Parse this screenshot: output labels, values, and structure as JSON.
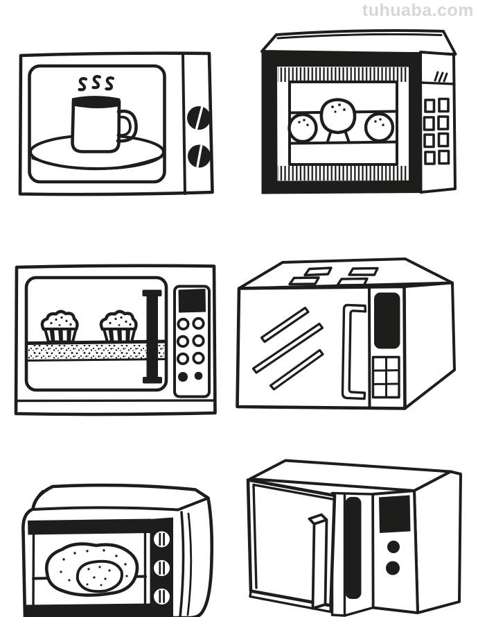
{
  "watermark": {
    "text": "tuhuaba.com"
  },
  "palette": {
    "ink": "#1d1d1b",
    "paper": "#ffffff",
    "watermark": "#d7d7d5"
  },
  "drawings": [
    {
      "name": "microwave-steaming-mug",
      "label": "microwave front view with steaming mug on a turntable plate and two dial knobs"
    },
    {
      "name": "oven-three-buns",
      "label": "black-framed oven with three buns on a rack and a panel of eight square buttons"
    },
    {
      "name": "microwave-two-muffins",
      "label": "microwave front view with two muffins on a speckled tray, bar door handle, display and round buttons"
    },
    {
      "name": "microwave-top-vents",
      "label": "microwave in perspective with four top vents, door shine lines, bracket handle, display and keypad grid"
    },
    {
      "name": "toaster-oven-roast",
      "label": "toaster oven with a speckled roast on a rotisserie spit and three slotted knobs"
    },
    {
      "name": "microwave-open-door",
      "label": "microwave in perspective with door swung open, dark cavity edge, display and two round buttons"
    }
  ]
}
